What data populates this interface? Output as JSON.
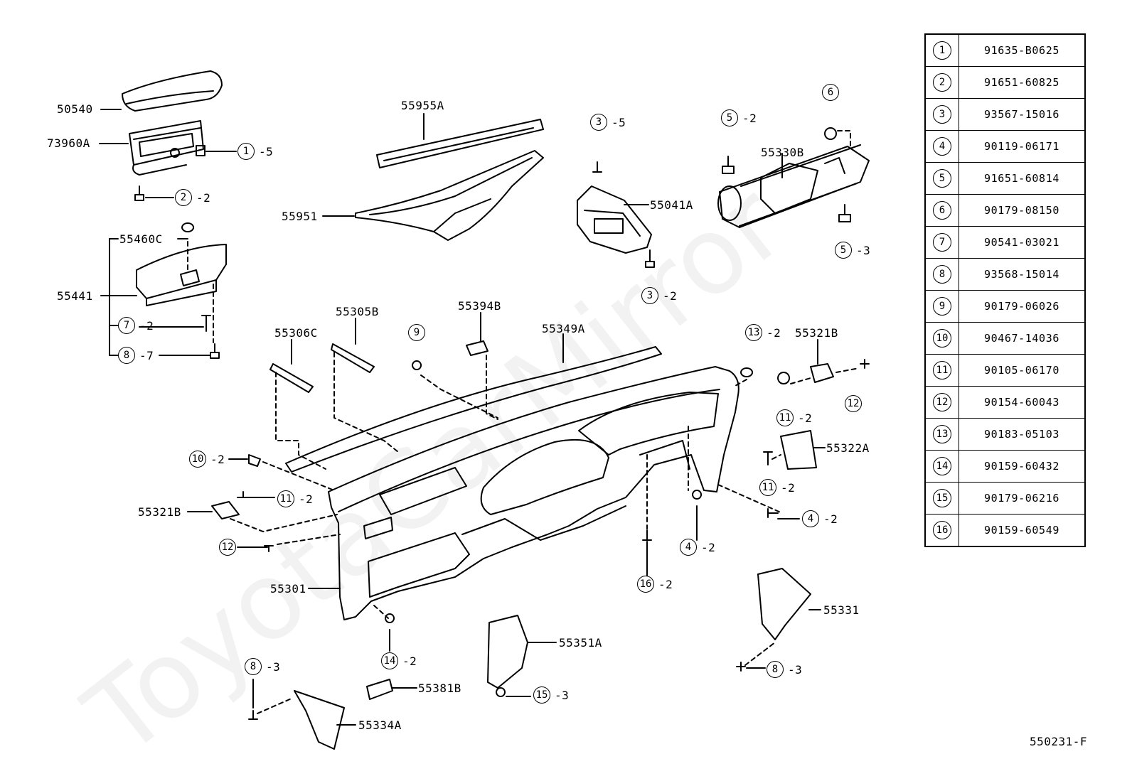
{
  "watermark": "ToyotaCarMirror",
  "diagram_id": "550231-F",
  "parts_table": [
    {
      "num": "1",
      "part": "91635-B0625"
    },
    {
      "num": "2",
      "part": "91651-60825"
    },
    {
      "num": "3",
      "part": "93567-15016"
    },
    {
      "num": "4",
      "part": "90119-06171"
    },
    {
      "num": "5",
      "part": "91651-60814"
    },
    {
      "num": "6",
      "part": "90179-08150"
    },
    {
      "num": "7",
      "part": "90541-03021"
    },
    {
      "num": "8",
      "part": "93568-15014"
    },
    {
      "num": "9",
      "part": "90179-06026"
    },
    {
      "num": "10",
      "part": "90467-14036"
    },
    {
      "num": "11",
      "part": "90105-06170"
    },
    {
      "num": "12",
      "part": "90154-60043"
    },
    {
      "num": "13",
      "part": "90183-05103"
    },
    {
      "num": "14",
      "part": "90159-60432"
    },
    {
      "num": "15",
      "part": "90179-06216"
    },
    {
      "num": "16",
      "part": "90159-60549"
    }
  ],
  "part_labels": {
    "p50540": "50540",
    "p73960A": "73960A",
    "p55955A": "55955A",
    "p55951": "55951",
    "p55041A": "55041A",
    "p55330B": "55330B",
    "p55460C": "55460C",
    "p55441": "55441",
    "p55306C": "55306C",
    "p55305B": "55305B",
    "p55394B": "55394B",
    "p55349A": "55349A",
    "p55321B_right": "55321B",
    "p55322A": "55322A",
    "p55321B_left": "55321B",
    "p55301": "55301",
    "p55331": "55331",
    "p55351A": "55351A",
    "p55381B": "55381B",
    "p55334A": "55334A"
  },
  "callouts": [
    {
      "num": "1",
      "qty": "-5"
    },
    {
      "num": "2",
      "qty": "-2"
    },
    {
      "num": "3",
      "qty": "-5"
    },
    {
      "num": "3",
      "qty": "-2"
    },
    {
      "num": "5",
      "qty": "-2"
    },
    {
      "num": "6",
      "qty": ""
    },
    {
      "num": "5",
      "qty": "-3"
    },
    {
      "num": "7",
      "qty": "-2"
    },
    {
      "num": "8",
      "qty": "-7"
    },
    {
      "num": "9",
      "qty": ""
    },
    {
      "num": "13",
      "qty": "-2"
    },
    {
      "num": "12",
      "qty": ""
    },
    {
      "num": "11",
      "qty": "-2"
    },
    {
      "num": "11",
      "qty": "-2"
    },
    {
      "num": "10",
      "qty": "-2"
    },
    {
      "num": "11",
      "qty": "-2"
    },
    {
      "num": "12",
      "qty": ""
    },
    {
      "num": "4",
      "qty": "-2"
    },
    {
      "num": "4",
      "qty": "-2"
    },
    {
      "num": "16",
      "qty": "-2"
    },
    {
      "num": "14",
      "qty": "-2"
    },
    {
      "num": "8",
      "qty": "-3"
    },
    {
      "num": "15",
      "qty": "-3"
    },
    {
      "num": "8",
      "qty": "-3"
    }
  ]
}
